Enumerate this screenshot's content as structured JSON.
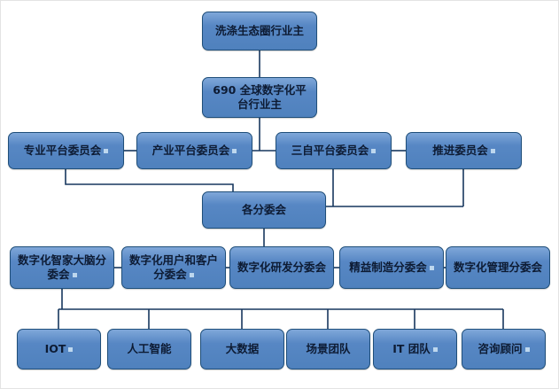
{
  "diagram": {
    "type": "org-chart",
    "colors": {
      "node_fill": "#4f81bd",
      "node_fill_light": "#7fa7d9",
      "node_border": "#1f4e79",
      "connector": "#17375e",
      "text": "#0d1b33",
      "background": "#ffffff"
    }
  },
  "nodes": {
    "root": {
      "label": "洗涤生态圈行业主",
      "marker": false
    },
    "platform_owner": {
      "label": "690 全球数字化平台行业主",
      "marker": false
    },
    "committee_pro": {
      "label": "专业平台委员会",
      "marker": true
    },
    "committee_industry": {
      "label": "产业平台委员会",
      "marker": true
    },
    "committee_three_self": {
      "label": "三自平台委员会",
      "marker": true
    },
    "committee_promote": {
      "label": "推进委员会",
      "marker": true
    },
    "subcommittees": {
      "label": "各分委会",
      "marker": false
    },
    "sub_smartbrain": {
      "label": "数字化智家大脑分委会",
      "marker": true
    },
    "sub_usercustomer": {
      "label": "数字化用户和客户分委会",
      "marker": true
    },
    "sub_rd": {
      "label": "数字化研发分委会",
      "marker": false
    },
    "sub_lean": {
      "label": "精益制造分委会",
      "marker": true
    },
    "sub_mgmt": {
      "label": "数字化管理分委会",
      "marker": false
    },
    "team_iot": {
      "label": "IOT",
      "marker": true
    },
    "team_ai": {
      "label": "人工智能",
      "marker": false
    },
    "team_bigdata": {
      "label": "大数据",
      "marker": false
    },
    "team_scene": {
      "label": "场景团队",
      "marker": false
    },
    "team_it": {
      "label": "IT 团队",
      "marker": true
    },
    "team_consult": {
      "label": "咨询顾问",
      "marker": true
    }
  }
}
